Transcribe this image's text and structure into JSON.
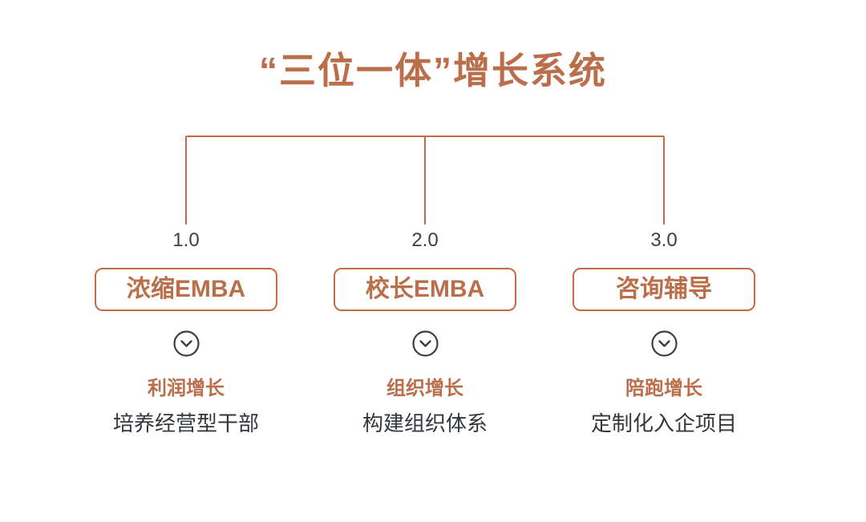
{
  "title": "“三位一体”增长系统",
  "colors": {
    "accent_text": "#BA6E4A",
    "connector_line": "#C06B44",
    "dark_text": "#33373B",
    "muted_dark": "#3C4043",
    "background": "#FFFFFF"
  },
  "icons": {
    "chevron_down_circle": "chevron-down-in-circle"
  },
  "columns": [
    {
      "version": "1.0",
      "stage": "浓缩EMBA",
      "growth": "利润增长",
      "description": "培养经营型干部"
    },
    {
      "version": "2.0",
      "stage": "校长EMBA",
      "growth": "组织增长",
      "description": "构建组织体系"
    },
    {
      "version": "3.0",
      "stage": "咨询辅导",
      "growth": "陪跑增长",
      "description": "定制化入企项目"
    }
  ]
}
